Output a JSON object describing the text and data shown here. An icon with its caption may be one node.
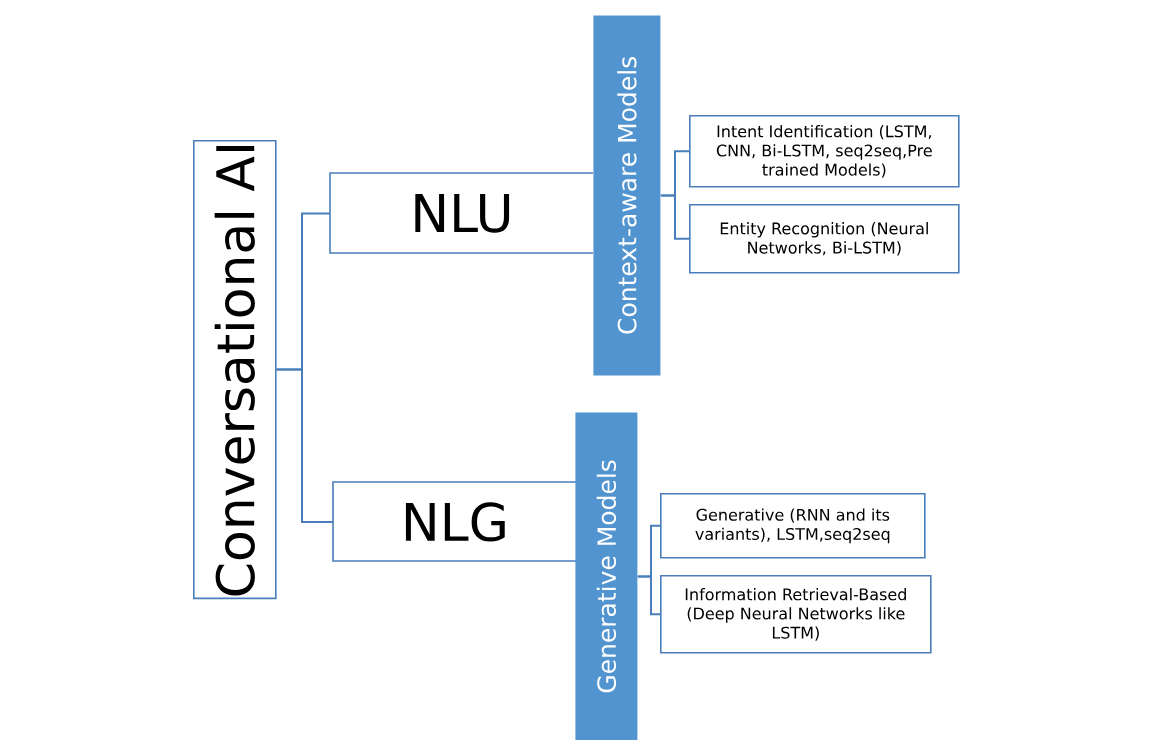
{
  "diagram": {
    "nodes": [
      {
        "text": [
          "Conversational AI"
        ]
      },
      {
        "text": [
          "NLU"
        ]
      },
      {
        "text": [
          "NLG"
        ]
      },
      {
        "text": [
          "Context-aware Models"
        ]
      },
      {
        "text": [
          "Generative Models"
        ]
      },
      {
        "text": [
          "Intent Identification (LSTM, CNN, Bi-LSTM, seq2seq,Pre trained Models)"
        ]
      },
      {
        "text": [
          "Entity Recognition (Neural Networks, Bi-LSTM)"
        ]
      },
      {
        "text": [
          "Generative (RNN and its variants), LSTM,seq2seq"
        ]
      },
      {
        "text": [
          "Information Retrieval-Based (Deep Neural Networks like LSTM)"
        ]
      }
    ],
    "edges": [
      {
        "from": 0,
        "to": 1,
        "arrow": "none"
      },
      {
        "from": 0,
        "to": 2,
        "arrow": "none"
      },
      {
        "from": 3,
        "to": 5,
        "arrow": "none"
      },
      {
        "from": 3,
        "to": 6,
        "arrow": "none"
      },
      {
        "from": 4,
        "to": 7,
        "arrow": "none"
      },
      {
        "from": 4,
        "to": 8,
        "arrow": "none"
      }
    ]
  }
}
